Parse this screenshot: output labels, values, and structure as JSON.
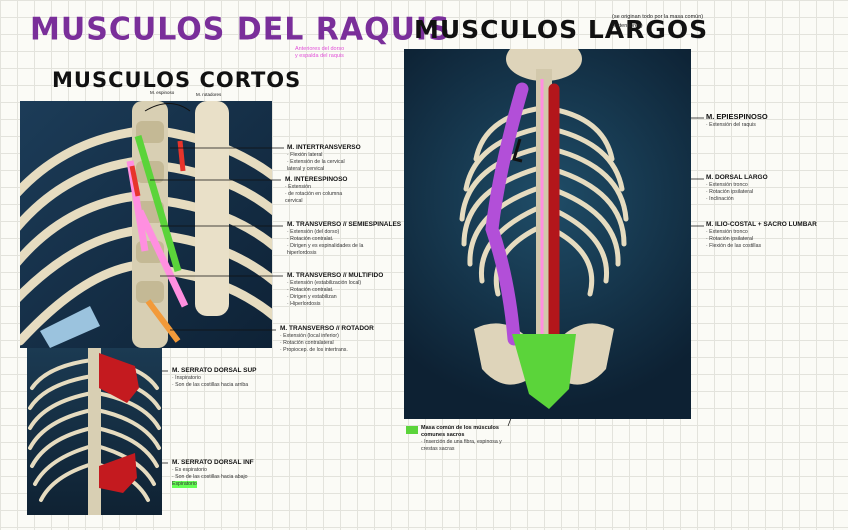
{
  "title": "MUSCULOS DEL RAQUIS",
  "subtitle": "Anteriores del dorso y espalda del raquis",
  "cortos": {
    "title": "MUSCULOS CORTOS",
    "top_labels": [
      "M. espinoso",
      "M. rotadores"
    ],
    "labels": [
      {
        "name": "M. INTERTRANSVERSO",
        "desc": [
          "· Flexión lateral",
          "· Extensión de la cervical",
          "  lateral y cervical"
        ]
      },
      {
        "name": "M. INTERESPINOSO",
        "desc": [
          "· Extensión",
          "· de rotación en columna",
          "  cervical"
        ]
      },
      {
        "name": "M. TRANSVERSO // SEMIESPINALES",
        "desc": [
          "· Extensión (del dorso)",
          "· Rotación contralat.",
          "· Dirigen y es espinalidades de la",
          "  hiperlordosis"
        ]
      },
      {
        "name": "M. TRANSVERSO // MULTIFIDO",
        "desc": [
          "· Extensión (estabilización local)",
          "· Rotación contralat.",
          "· Dirigen y estabilizan",
          "· Hiperlordosis"
        ]
      },
      {
        "name": "M. TRANSVERSO // ROTADOR",
        "desc": [
          "· Extensión (local inferior)",
          "· Rotación contralateral",
          "· Propiocep. de los intertrans."
        ]
      }
    ]
  },
  "serratos": {
    "labels": [
      {
        "name": "M. SERRATO DORSAL SUP",
        "desc": [
          "· Inspiratorio",
          "· Son de las costillas hacia arriba"
        ]
      },
      {
        "name": "M. SERRATO DORSAL INF",
        "desc": [
          "· Es espiratorio",
          "· Son de las costillas hacia abajo"
        ],
        "highlight": "Espiratorio"
      }
    ]
  },
  "largos": {
    "title": "MUSCULOS LARGOS",
    "note": "(se originan todo por la masa común)",
    "note2": "(extensores)",
    "labels": [
      {
        "name": "M. EPIESPINOSO",
        "desc": [
          "· Extensión del raquis"
        ]
      },
      {
        "name": "M. DORSAL LARGO",
        "desc": [
          "· Extensión tronco",
          "· Rotación ipsilateral",
          "· Inclinación"
        ]
      },
      {
        "name": "M. ILIO-COSTAL + SACRO LUMBAR",
        "desc": [
          "· Extensión tronco",
          "· Rotación ipsilateral",
          "· Flexión de las costillas"
        ]
      }
    ],
    "bottom_label": {
      "name": "Masa común de los músculos comunes sacros",
      "desc": [
        "· Inserción de una fibra, espinosa y",
        "  crestas sacras"
      ]
    }
  },
  "colors": {
    "purple": "#b24fd8",
    "red": "#b3161b",
    "green": "#5bd43a",
    "pink": "#ff8fe0",
    "orange": "#f29a3a"
  }
}
